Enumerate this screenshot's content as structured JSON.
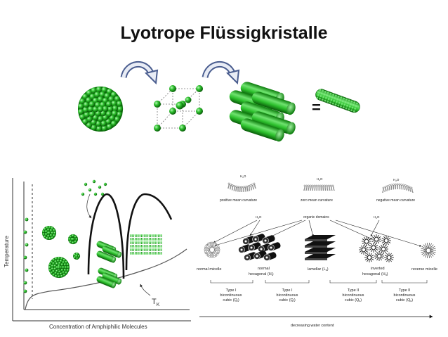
{
  "title": "Lyotrope Flüssigkristalle",
  "equals_sign": "=",
  "phase_plot": {
    "y_axis_label": "Temperature",
    "x_axis_label": "Concentration of Amphiphilic Molecules",
    "curve_label": "T",
    "curve_label_sub": "K"
  },
  "phase_sequence": {
    "h2o": "H",
    "h2o_sub": "2",
    "h2o_o": "O",
    "curvatures": [
      "positive mean curvature",
      "zero mean curvature",
      "negative mean curvature"
    ],
    "organic_domains": "organic domains",
    "phases": {
      "normal_micelle": "normal micelle",
      "normal_hexagonal": "normal",
      "normal_hexagonal_2": "hexagonal (H",
      "normal_hexagonal_sub": "I",
      "lamellar": "lamellar (L",
      "lamellar_sub": "α",
      "inverted_hexagonal": "inverted",
      "inverted_hexagonal_2": "hexagonal (H",
      "inverted_hexagonal_sub": "II",
      "reverse_micelle": "reverse micelle"
    },
    "cubic": [
      {
        "l1": "Type I",
        "l2": "bicontinuous",
        "l3": "cubic (Q",
        "sub": "I"
      },
      {
        "l1": "Type I",
        "l2": "bicontinuous",
        "l3": "cubic (Q",
        "sub": "I"
      },
      {
        "l1": "Type II",
        "l2": "bicontinuous",
        "l3": "cubic (Q",
        "sub": "II"
      },
      {
        "l1": "Type II",
        "l2": "bicontinuous",
        "l3": "cubic (Q",
        "sub": "II"
      }
    ],
    "axis_label": "decreasing water content"
  },
  "colors": {
    "green_dark": "#0a6e0a",
    "green": "#1fae1f",
    "green_light": "#6fe36f",
    "arrow_blue": "#4a5d8f"
  }
}
